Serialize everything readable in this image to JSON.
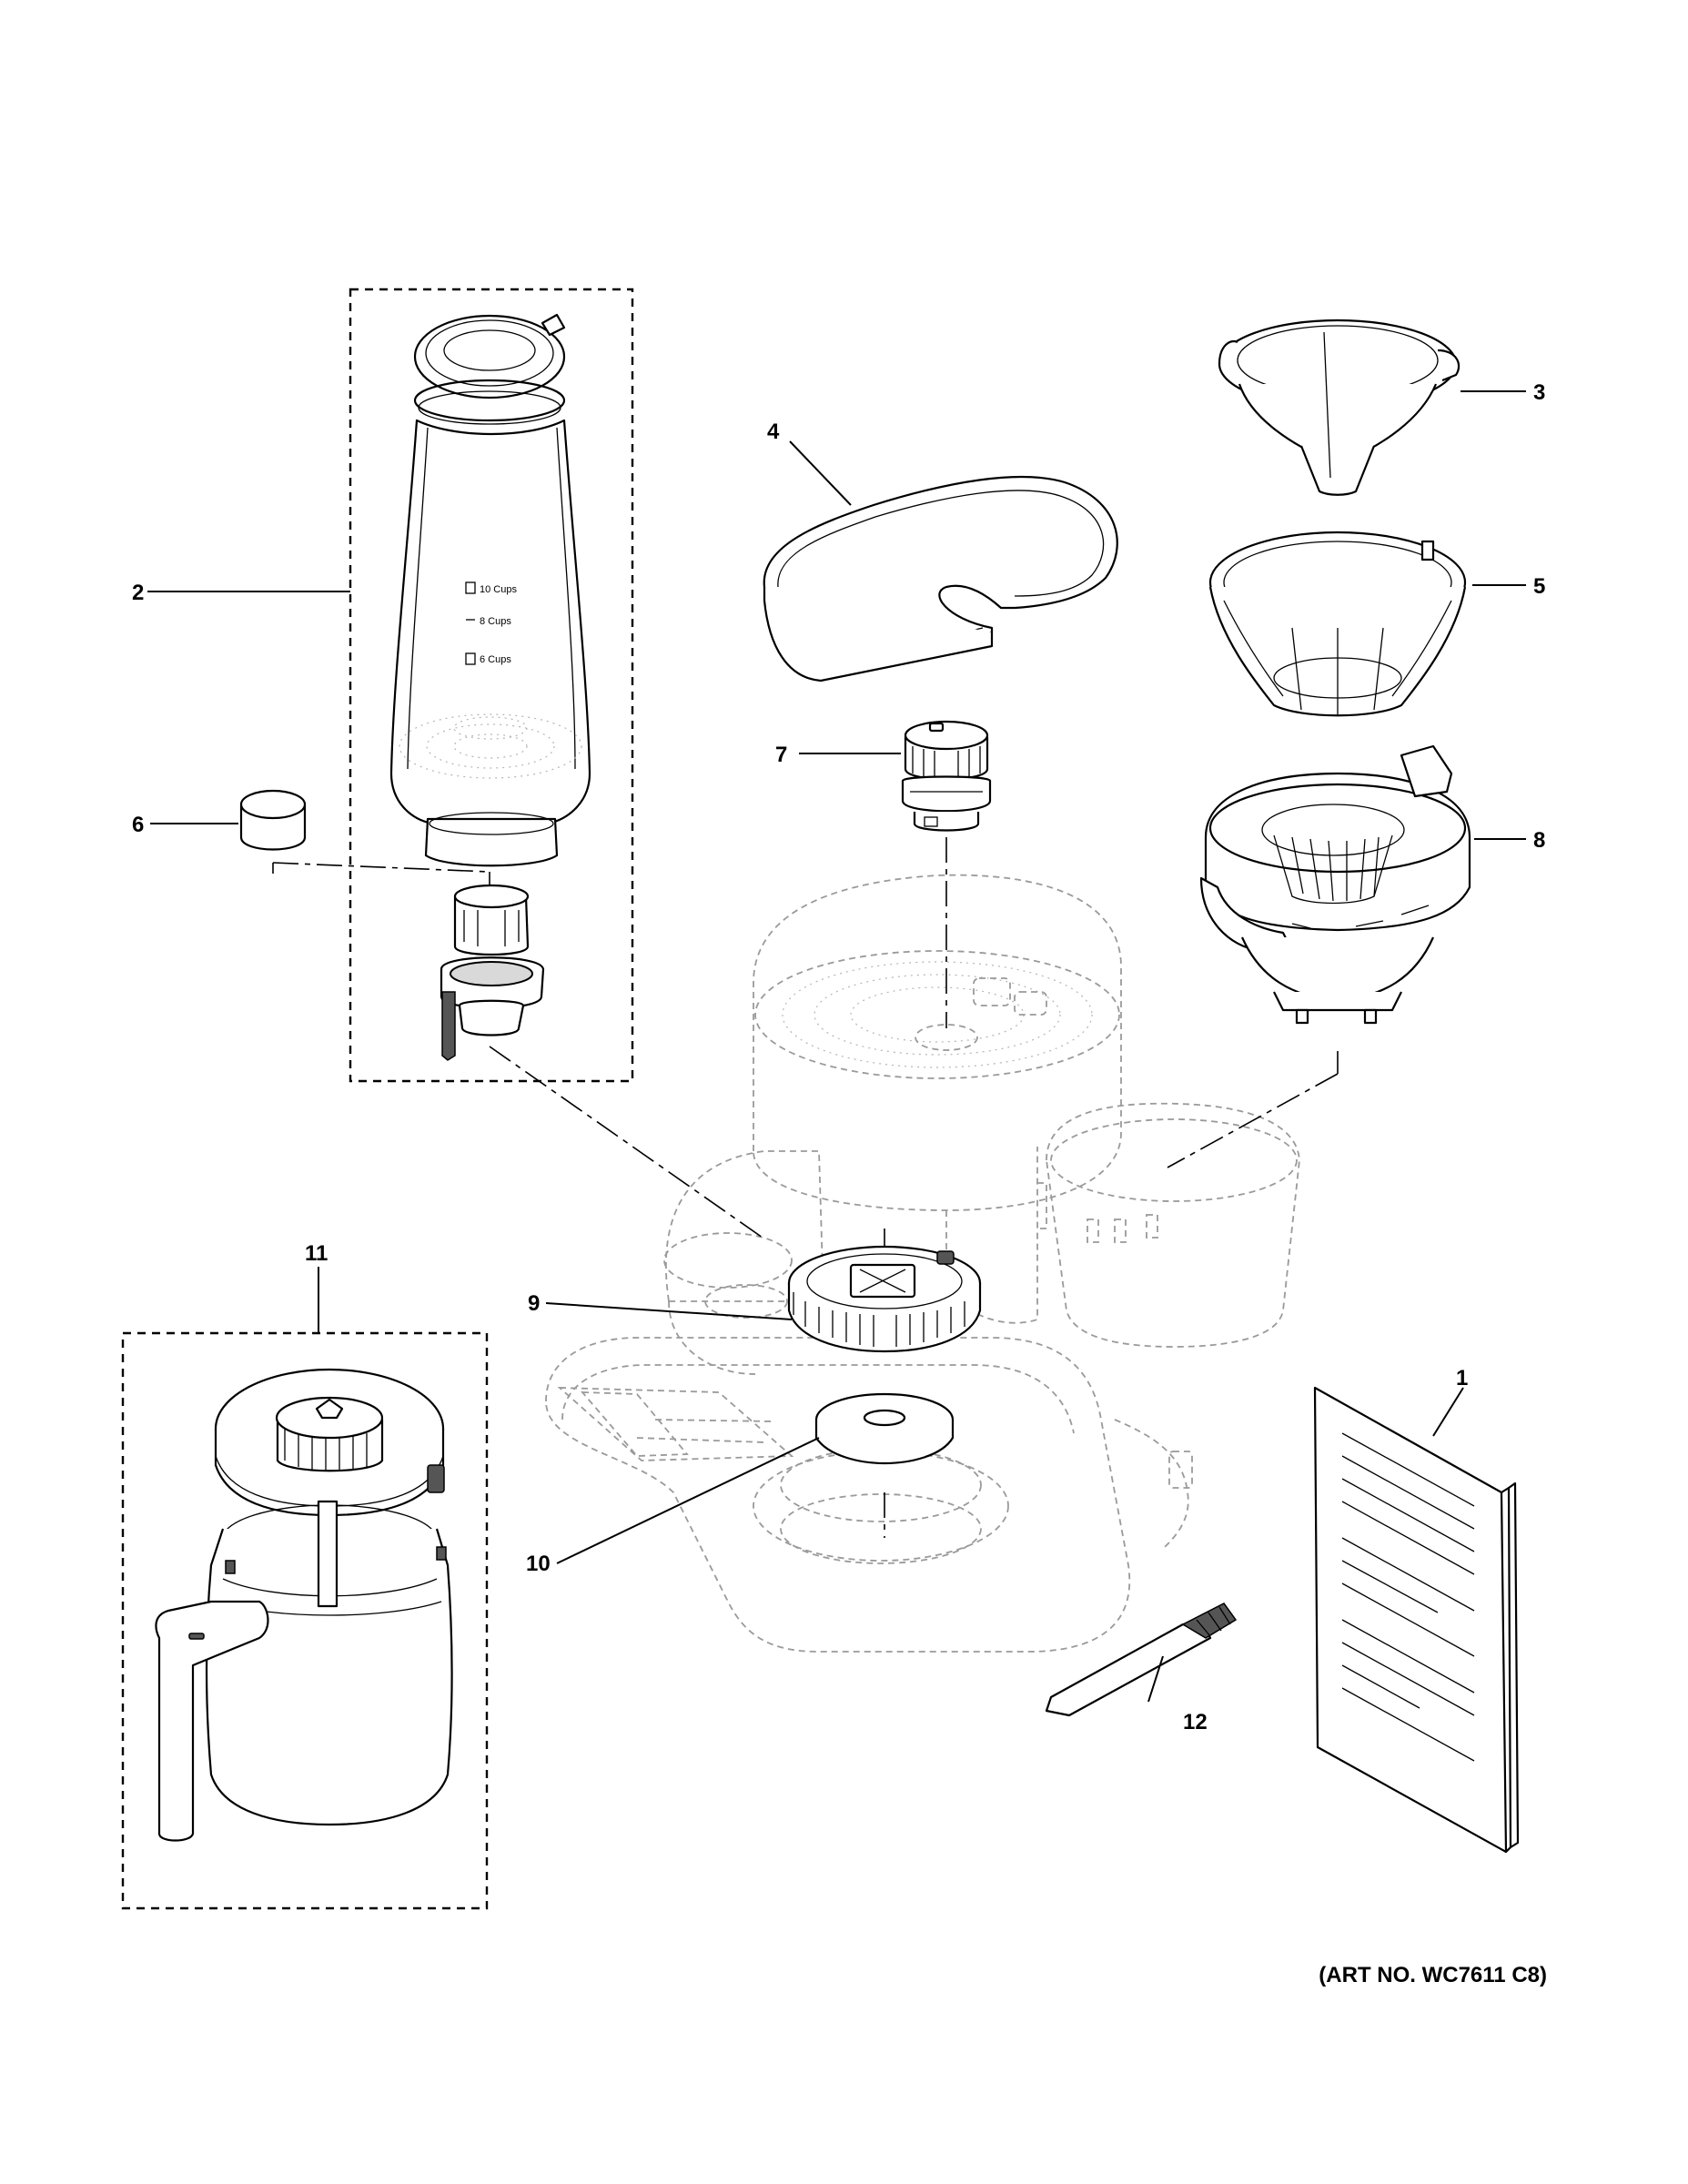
{
  "diagram": {
    "type": "exploded-parts-diagram",
    "callouts": [
      {
        "label": "1"
      },
      {
        "label": "2"
      },
      {
        "label": "3"
      },
      {
        "label": "4"
      },
      {
        "label": "5"
      },
      {
        "label": "6"
      },
      {
        "label": "7"
      },
      {
        "label": "8"
      },
      {
        "label": "9"
      },
      {
        "label": "10"
      },
      {
        "label": "11"
      },
      {
        "label": "12"
      }
    ],
    "art_number": "(ART NO. WC7611 C8)",
    "carafe_markings": [
      "10 Cups",
      "8 Cups",
      "6 Cups"
    ]
  }
}
